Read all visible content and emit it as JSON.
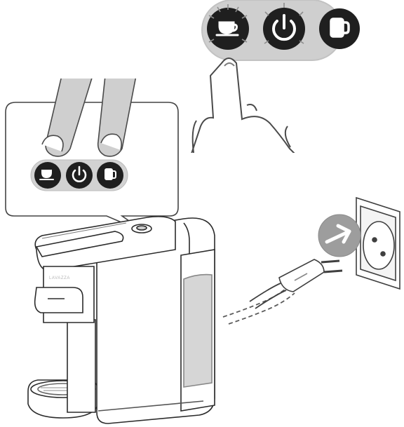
{
  "machine": {
    "brand_text": "LAVAZZA"
  },
  "buttons": [
    {
      "name": "espresso",
      "icon": "espresso-cup-icon",
      "pressed": true
    },
    {
      "name": "power",
      "icon": "power-icon",
      "pressed": false
    },
    {
      "name": "lungo",
      "icon": "mug-icon",
      "pressed": false
    }
  ],
  "indicators": {
    "plug_direction": "arrow-right-icon"
  },
  "colors": {
    "button_fill": "#1f1f1f",
    "outline": "#2b2b2b",
    "water": "#d6d6d6",
    "socket_arrow_bg": "#9d9d9d"
  }
}
